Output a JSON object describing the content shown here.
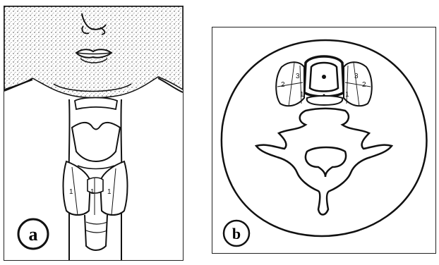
{
  "panels": [
    {
      "badge": "a",
      "labels": [
        "1",
        "1",
        "1"
      ]
    },
    {
      "badge": "b",
      "labels": [
        "3",
        "2",
        "1",
        "3",
        "2",
        "1"
      ]
    }
  ]
}
